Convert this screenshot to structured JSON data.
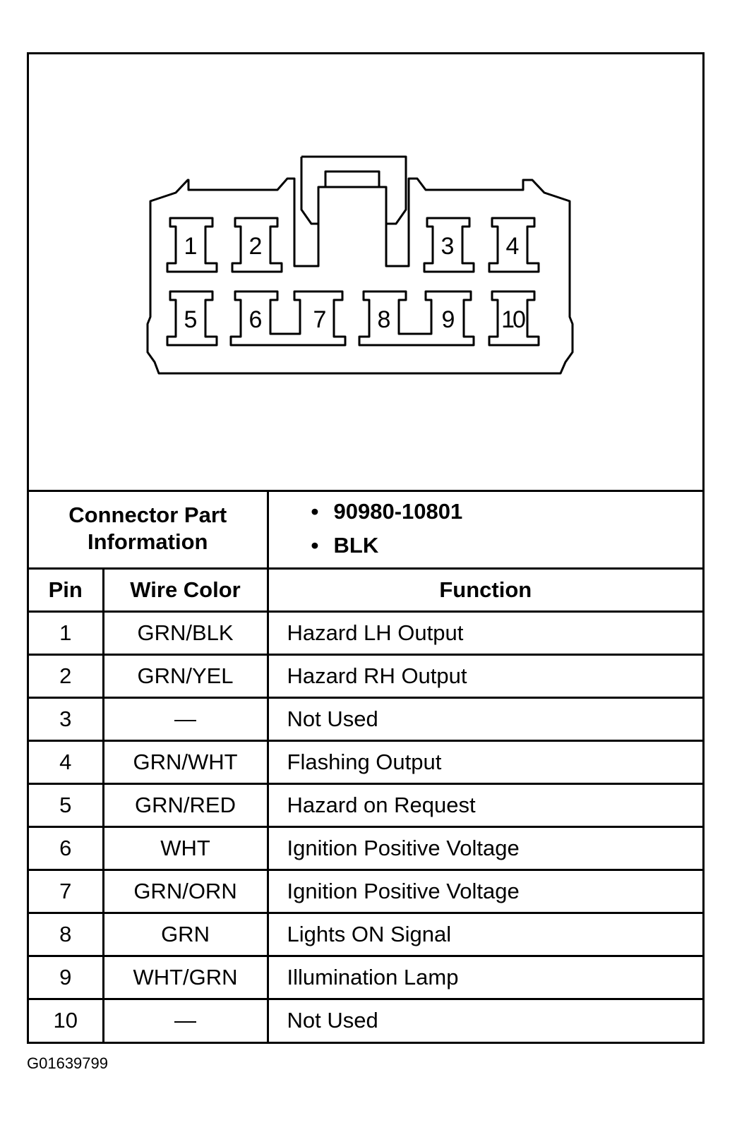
{
  "connector": {
    "pins_top": [
      "1",
      "2",
      "3",
      "4"
    ],
    "pins_bottom": [
      "5",
      "6",
      "7",
      "8",
      "9",
      "10"
    ]
  },
  "part_info": {
    "label_line1": "Connector Part",
    "label_line2": "Information",
    "values": [
      "90980-10801",
      "BLK"
    ]
  },
  "table": {
    "headers": {
      "pin": "Pin",
      "wire_color": "Wire Color",
      "function": "Function"
    },
    "rows": [
      {
        "pin": "1",
        "wire": "GRN/BLK",
        "function": "Hazard LH Output"
      },
      {
        "pin": "2",
        "wire": "GRN/YEL",
        "function": "Hazard RH Output"
      },
      {
        "pin": "3",
        "wire": "—",
        "function": "Not Used"
      },
      {
        "pin": "4",
        "wire": "GRN/WHT",
        "function": "Flashing Output"
      },
      {
        "pin": "5",
        "wire": "GRN/RED",
        "function": "Hazard on Request"
      },
      {
        "pin": "6",
        "wire": "WHT",
        "function": "Ignition Positive Voltage"
      },
      {
        "pin": "7",
        "wire": "GRN/ORN",
        "function": "Ignition Positive Voltage"
      },
      {
        "pin": "8",
        "wire": "GRN",
        "function": "Lights ON Signal"
      },
      {
        "pin": "9",
        "wire": "WHT/GRN",
        "function": "Illumination Lamp"
      },
      {
        "pin": "10",
        "wire": "—",
        "function": "Not Used"
      }
    ]
  },
  "figure_code": "G01639799"
}
